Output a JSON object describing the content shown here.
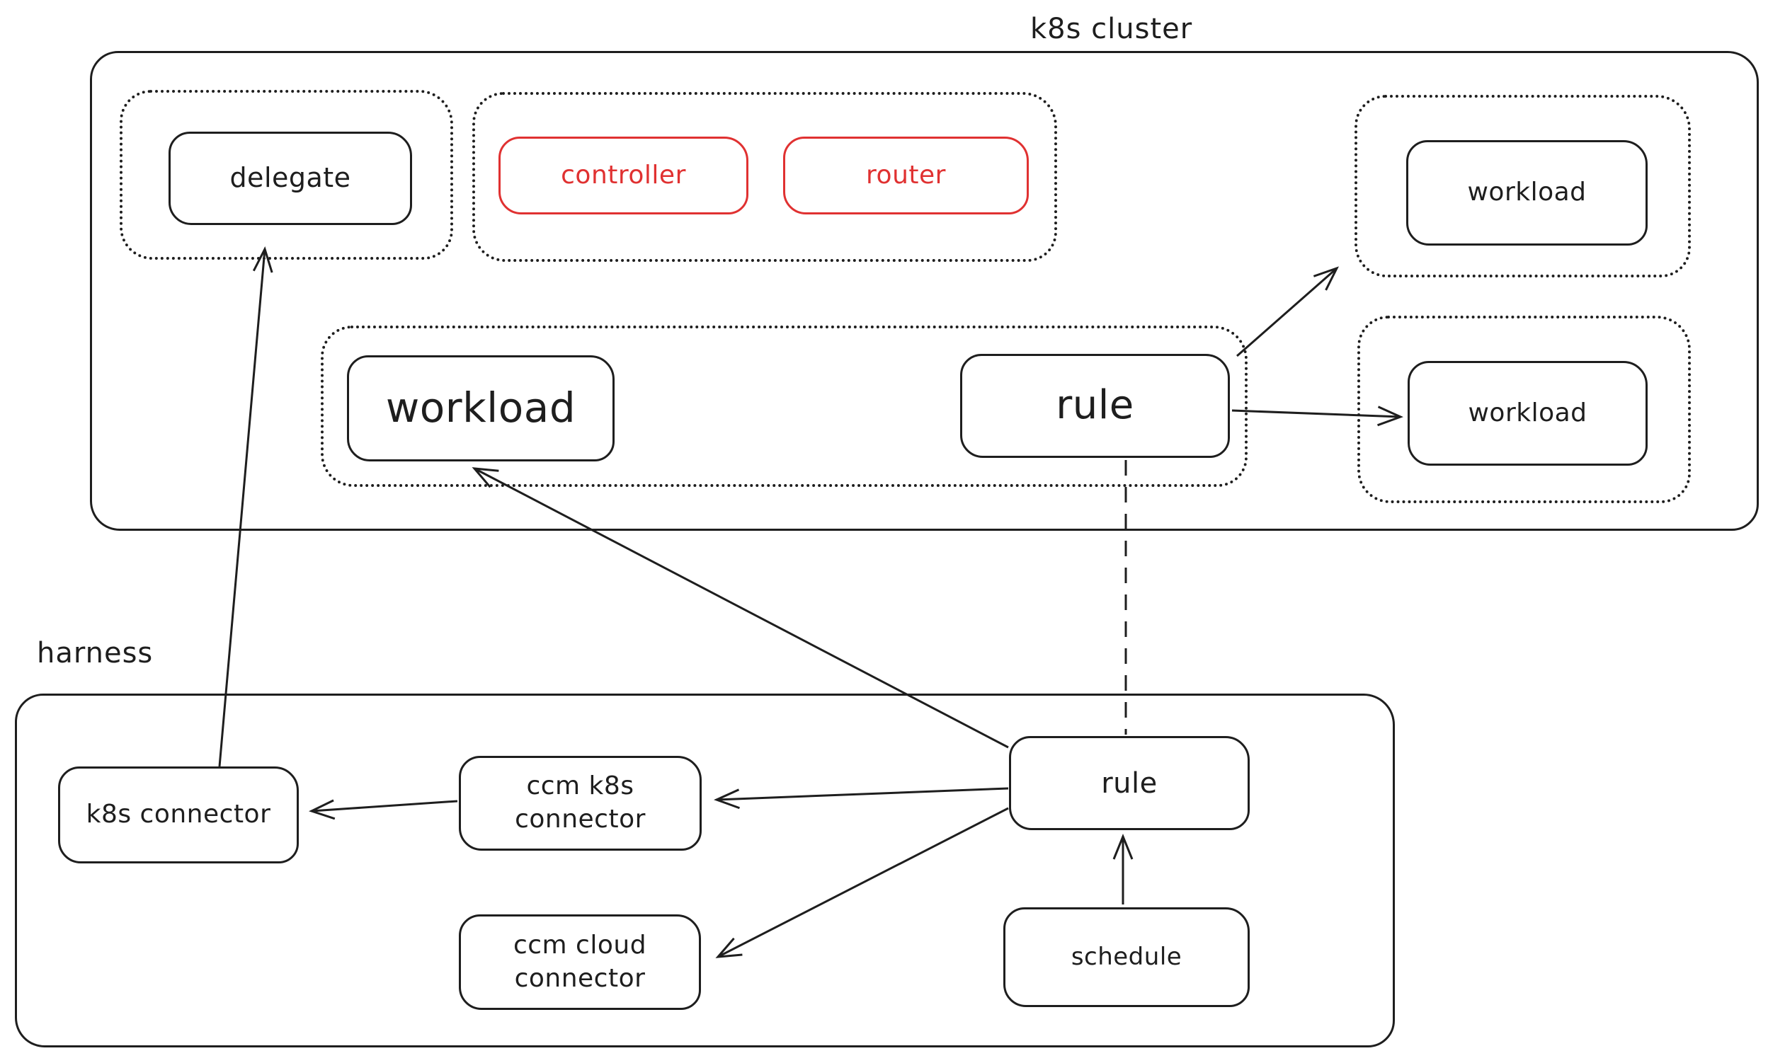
{
  "k8s_cluster": {
    "title": "k8s cluster",
    "nodes": {
      "delegate": "delegate",
      "controller": "controller",
      "router": "router",
      "workload_main": "workload",
      "rule": "rule",
      "workload_top_right": "workload",
      "workload_bottom_right": "workload"
    }
  },
  "harness": {
    "title": "harness",
    "nodes": {
      "k8s_connector": "k8s connector",
      "ccm_k8s_connector": "ccm k8s connector",
      "ccm_cloud_connector": "ccm cloud connector",
      "rule": "rule",
      "schedule": "schedule"
    }
  },
  "edges": [
    "k8s connector -> delegate",
    "rule (harness) -> workload (k8s cluster)",
    "rule (harness) -> ccm k8s connector",
    "rule (harness) -> ccm cloud connector",
    "schedule -> rule (harness)",
    "rule (k8s cluster) -- rule (harness) [dashed]",
    "rule (k8s cluster) -> workload (bottom right)",
    "rule (k8s cluster) -> workload group (top right)",
    "ccm k8s connector -> k8s connector"
  ],
  "colors": {
    "stroke": "#1e1e1e",
    "accent": "#e03131",
    "background": "#ffffff"
  }
}
